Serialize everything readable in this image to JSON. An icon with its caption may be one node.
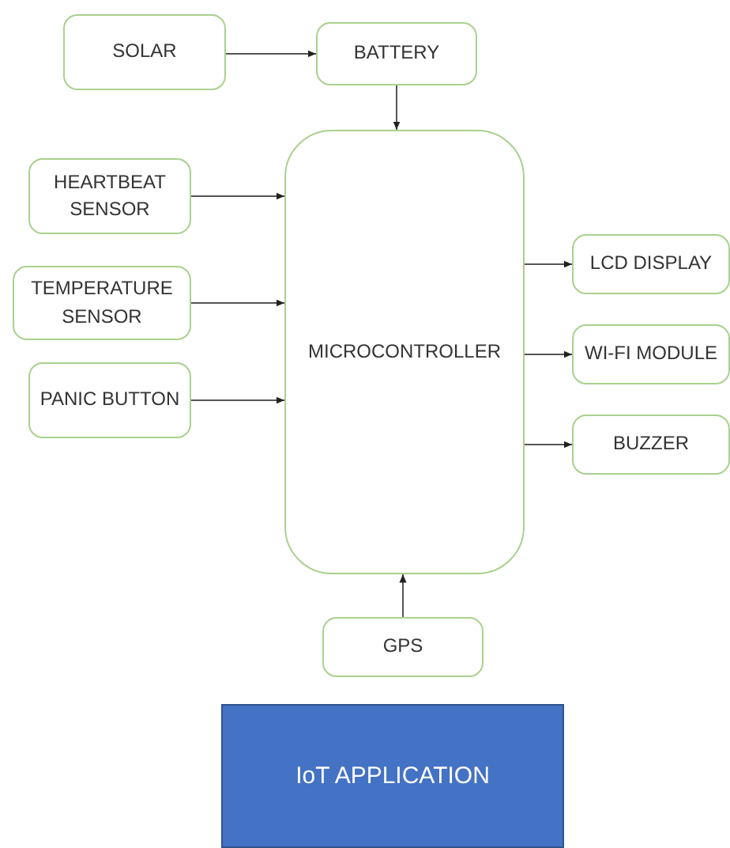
{
  "diagram": {
    "nodes": [
      {
        "text": [
          "SOLAR"
        ]
      },
      {
        "text": [
          "BATTERY"
        ]
      },
      {
        "text": [
          "HEARTBEAT SENSOR"
        ]
      },
      {
        "text": [
          "MICROCONTROLLER"
        ]
      },
      {
        "text": [
          "TEMPERATURE SENSOR"
        ]
      },
      {
        "text": [
          "PANIC BUTTON"
        ]
      },
      {
        "text": [
          "LCD DISPLAY"
        ]
      },
      {
        "text": [
          "WI-FI MODULE"
        ]
      },
      {
        "text": [
          "BUZZER"
        ]
      },
      {
        "text": [
          "GPS"
        ]
      },
      {
        "text": [
          "IoT APPLICATION"
        ]
      }
    ],
    "edges": [
      {
        "from": 0,
        "to": 1,
        "arrow": "to"
      },
      {
        "from": 1,
        "to": 3,
        "arrow": "to"
      },
      {
        "from": 2,
        "to": 3,
        "arrow": "to"
      },
      {
        "from": 4,
        "to": 3,
        "arrow": "to"
      },
      {
        "from": 5,
        "to": 3,
        "arrow": "to"
      },
      {
        "from": 3,
        "to": 6,
        "arrow": "to"
      },
      {
        "from": 3,
        "to": 7,
        "arrow": "to"
      },
      {
        "from": 3,
        "to": 8,
        "arrow": "to"
      },
      {
        "from": 9,
        "to": 3,
        "arrow": "to"
      }
    ]
  }
}
